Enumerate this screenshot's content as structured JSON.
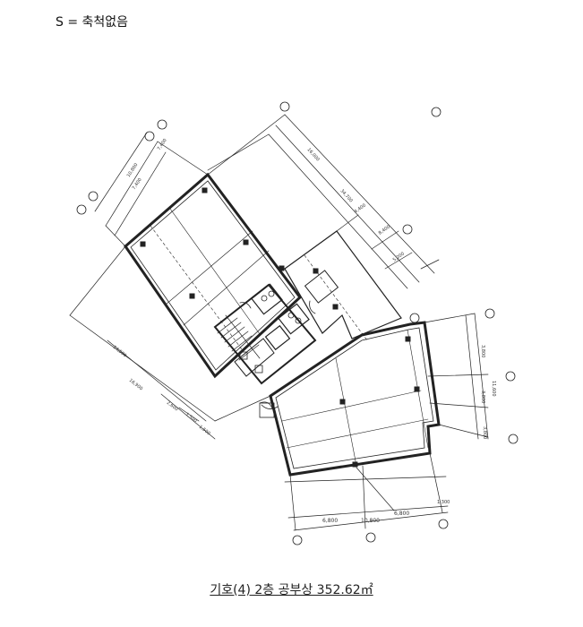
{
  "scale_note": "S = 축척없음",
  "caption": "기호(4) 2층  공부상 352.62㎡",
  "dims": {
    "d1": "16,000",
    "d2": "34,700",
    "d3": "10,800",
    "d4": "7,400",
    "d5": "4,400",
    "d6": "8,400",
    "d7": "7,400",
    "d8": "5,200",
    "d9": "6,800",
    "d10": "10,800",
    "d11": "6,800",
    "d12": "1,300",
    "d13": "11,600",
    "d14": "3,800",
    "d15": "3,800",
    "d16": "3,800",
    "d17": "14,500",
    "d18": "16,900",
    "d19": "2,600",
    "d20": "1,500",
    "d21": "1,500"
  }
}
